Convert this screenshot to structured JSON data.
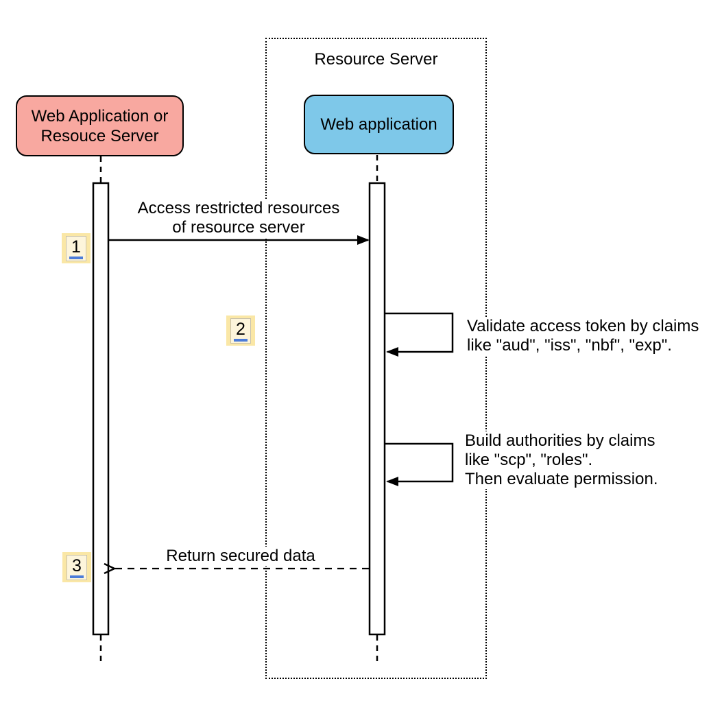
{
  "colors": {
    "background": "#FFFFFF",
    "stroke": "#000000",
    "actor_client_fill": "#F8A8A0",
    "actor_server_fill": "#7EC8E9",
    "badge_fill": "#FAE7A6",
    "badge_underline": "#4C7CD9"
  },
  "frame": {
    "title": "Resource Server"
  },
  "actors": {
    "client": {
      "label": "Web Application or\nResouce Server"
    },
    "server": {
      "label": "Web application"
    }
  },
  "messages": {
    "access": {
      "num": "1",
      "label": "Access restricted resources\nof resource server"
    },
    "validate": {
      "num": "2",
      "label": "Validate access token by claims\nlike \"aud\", \"iss\", \"nbf\", \"exp\"."
    },
    "build": {
      "label": "Build authorities by claims\nlike \"scp\", \"roles\".\nThen evaluate permission."
    },
    "return": {
      "num": "3",
      "label": "Return secured data"
    }
  }
}
